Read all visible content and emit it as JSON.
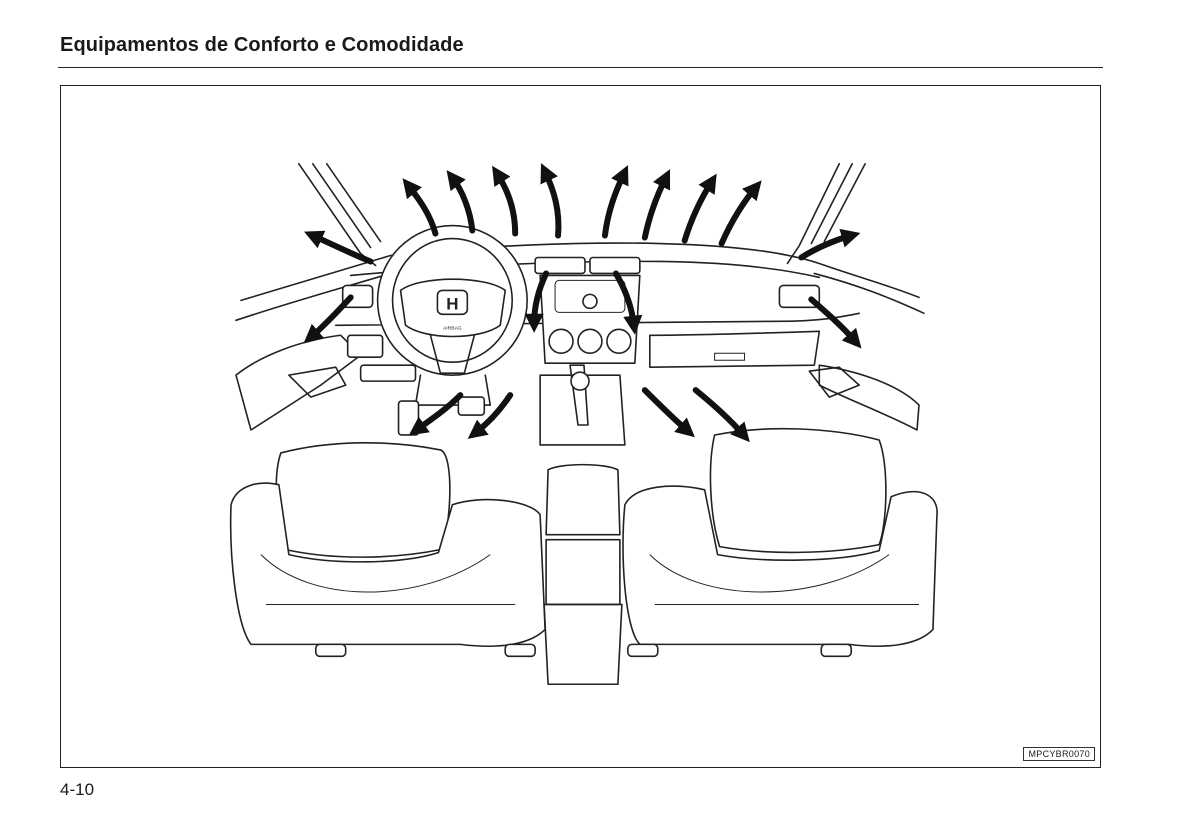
{
  "header": {
    "title": "Equipamentos de Conforto e Comodidade"
  },
  "figure": {
    "code": "MPCYBR0070",
    "steering_logo": "H",
    "airbag_label": "AIRBAG",
    "icons": [
      "steering-wheel-icon",
      "car-seat-icon",
      "airflow-arrow-icon",
      "honda-logo-icon"
    ]
  },
  "footer": {
    "page_number": "4-10"
  }
}
